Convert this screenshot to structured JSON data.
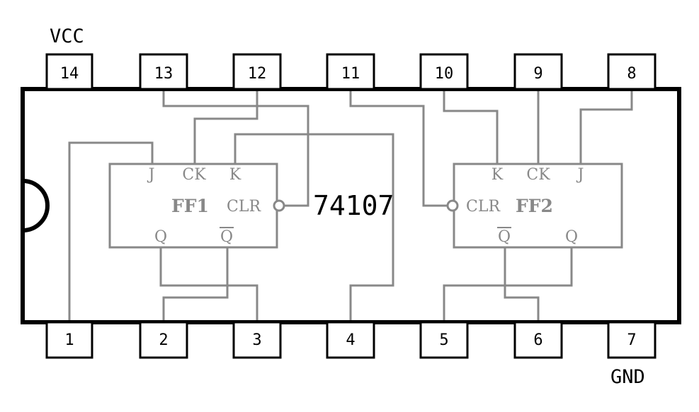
{
  "power": {
    "vcc": "VCC",
    "gnd": "GND"
  },
  "chip": {
    "part_number": "74107"
  },
  "pins": {
    "top": [
      "14",
      "13",
      "12",
      "11",
      "10",
      "9",
      "8"
    ],
    "bottom": [
      "1",
      "2",
      "3",
      "4",
      "5",
      "6",
      "7"
    ]
  },
  "ff1": {
    "title": "FF1",
    "j": "J",
    "ck": "CK",
    "k": "K",
    "clr": "CLR",
    "q": "Q",
    "qbar": "Q"
  },
  "ff2": {
    "title": "FF2",
    "k": "K",
    "ck": "CK",
    "j": "J",
    "clr": "CLR",
    "q": "Q",
    "qbar": "Q"
  }
}
